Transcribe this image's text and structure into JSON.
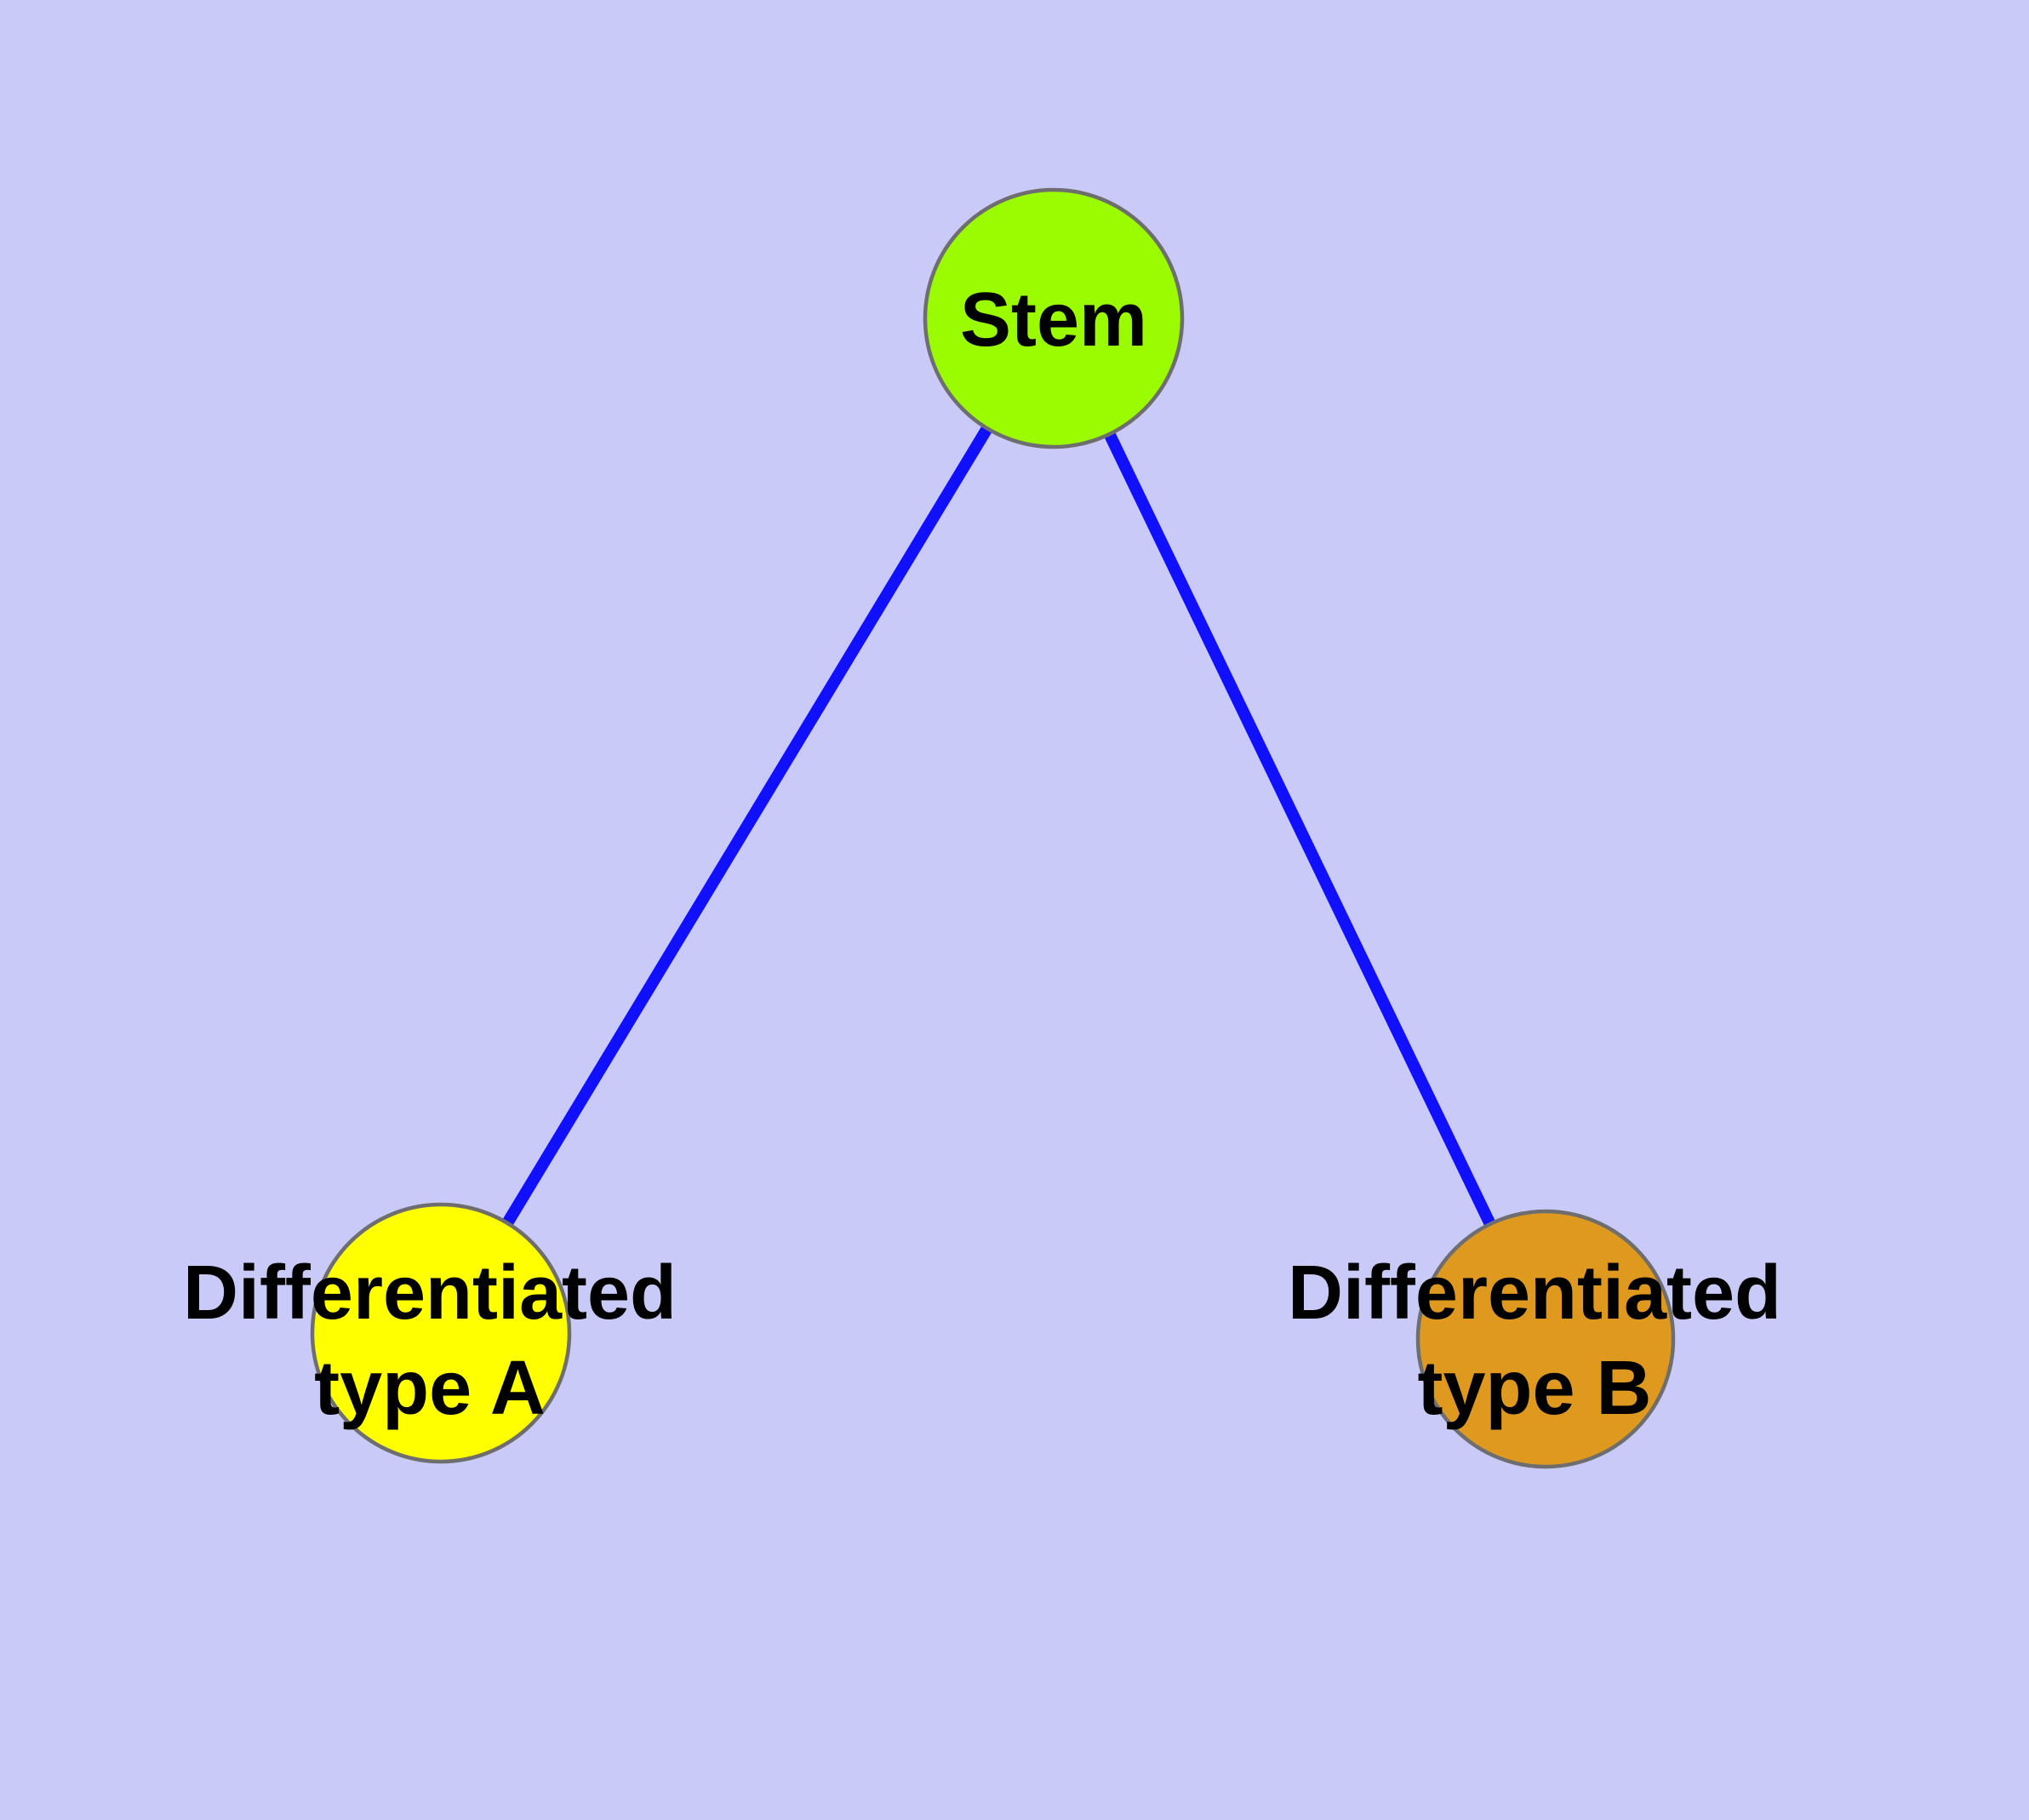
{
  "colors": {
    "background": "#CACAF8",
    "edge": "#1010FF",
    "node_border": "#6E6E6E",
    "label_text": "#000000"
  },
  "nodes": {
    "stem": {
      "label": "Stem",
      "fill": "#9BFB00"
    },
    "differentiated_a": {
      "label_line1": "Differentiated",
      "label_line2": "type A",
      "fill": "#FFFF00"
    },
    "differentiated_b": {
      "label_line1": "Differentiated",
      "label_line2": "type B",
      "fill": "#E0991F"
    }
  },
  "edges": [
    {
      "from": "stem",
      "to": "differentiated_a"
    },
    {
      "from": "stem",
      "to": "differentiated_b"
    }
  ]
}
